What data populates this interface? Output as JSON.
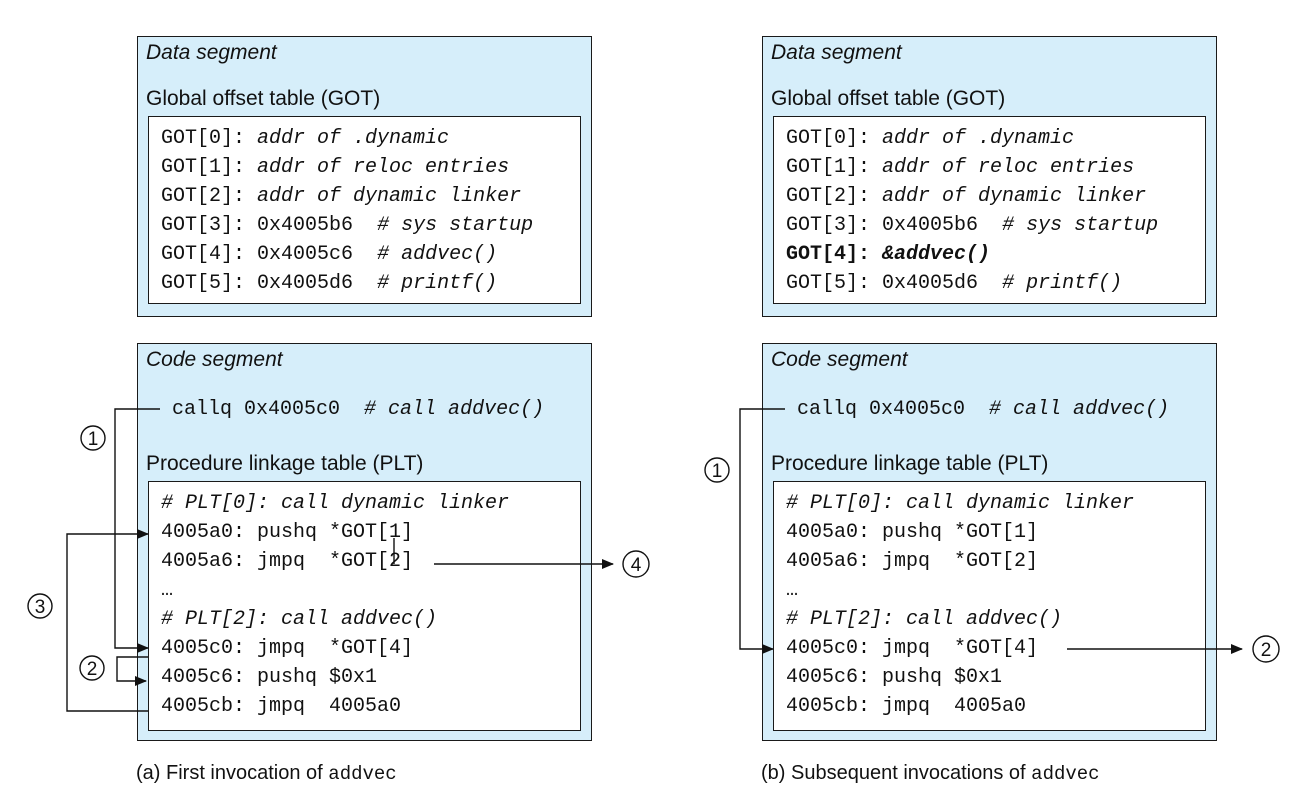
{
  "panel_a": {
    "data_segment_title": "Data segment",
    "got_title": "Global offset table (GOT)",
    "got_lines": [
      {
        "label": "GOT[0]:",
        "value": "",
        "comment": "addr of .dynamic",
        "bold": false
      },
      {
        "label": "GOT[1]:",
        "value": "",
        "comment": "addr of reloc entries",
        "bold": false
      },
      {
        "label": "GOT[2]:",
        "value": "",
        "comment": "addr of dynamic linker",
        "bold": false
      },
      {
        "label": "GOT[3]:",
        "value": "0x4005b6",
        "comment": "# sys startup",
        "bold": false
      },
      {
        "label": "GOT[4]:",
        "value": "0x4005c6",
        "comment": "# addvec()",
        "bold": false
      },
      {
        "label": "GOT[5]:",
        "value": "0x4005d6",
        "comment": "# printf()",
        "bold": false
      }
    ],
    "code_segment_title": "Code segment",
    "call_instr": "callq 0x4005c0",
    "call_comment": "# call addvec()",
    "plt_title": "Procedure linkage table (PLT)",
    "plt_lines": [
      {
        "addr": "",
        "instr": "",
        "comment": "# PLT[0]: call dynamic linker"
      },
      {
        "addr": "4005a0:",
        "instr": "pushq *GOT[1]",
        "comment": ""
      },
      {
        "addr": "4005a6:",
        "instr": "jmpq  *GOT[2]",
        "comment": ""
      },
      {
        "addr": "",
        "instr": "…",
        "comment": ""
      },
      {
        "addr": "",
        "instr": "",
        "comment": "# PLT[2]: call addvec()"
      },
      {
        "addr": "4005c0:",
        "instr": "jmpq  *GOT[4]",
        "comment": ""
      },
      {
        "addr": "4005c6:",
        "instr": "pushq $0x1",
        "comment": ""
      },
      {
        "addr": "4005cb:",
        "instr": "jmpq  4005a0",
        "comment": ""
      }
    ],
    "caption_prefix": "(a) First invocation of",
    "caption_code": "addvec",
    "step_labels": [
      "1",
      "2",
      "3",
      "4"
    ]
  },
  "panel_b": {
    "data_segment_title": "Data segment",
    "got_title": "Global offset table (GOT)",
    "got_lines": [
      {
        "label": "GOT[0]:",
        "value": "",
        "comment": "addr of .dynamic",
        "bold": false
      },
      {
        "label": "GOT[1]:",
        "value": "",
        "comment": "addr of reloc entries",
        "bold": false
      },
      {
        "label": "GOT[2]:",
        "value": "",
        "comment": "addr of dynamic linker",
        "bold": false
      },
      {
        "label": "GOT[3]:",
        "value": "0x4005b6",
        "comment": "# sys startup",
        "bold": false
      },
      {
        "label": "GOT[4]:",
        "value": "",
        "comment": "&addvec()",
        "bold": true
      },
      {
        "label": "GOT[5]:",
        "value": "0x4005d6",
        "comment": "# printf()",
        "bold": false
      }
    ],
    "code_segment_title": "Code segment",
    "call_instr": "callq 0x4005c0",
    "call_comment": "# call addvec()",
    "plt_title": "Procedure linkage table (PLT)",
    "plt_lines": [
      {
        "addr": "",
        "instr": "",
        "comment": "# PLT[0]: call dynamic linker"
      },
      {
        "addr": "4005a0:",
        "instr": "pushq *GOT[1]",
        "comment": ""
      },
      {
        "addr": "4005a6:",
        "instr": "jmpq  *GOT[2]",
        "comment": ""
      },
      {
        "addr": "",
        "instr": "…",
        "comment": ""
      },
      {
        "addr": "",
        "instr": "",
        "comment": "# PLT[2]: call addvec()"
      },
      {
        "addr": "4005c0:",
        "instr": "jmpq  *GOT[4]",
        "comment": ""
      },
      {
        "addr": "4005c6:",
        "instr": "pushq $0x1",
        "comment": ""
      },
      {
        "addr": "4005cb:",
        "instr": "jmpq  4005a0",
        "comment": ""
      }
    ],
    "caption_prefix": "(b) Subsequent invocations of",
    "caption_code": "addvec",
    "step_labels": [
      "1",
      "2"
    ]
  }
}
